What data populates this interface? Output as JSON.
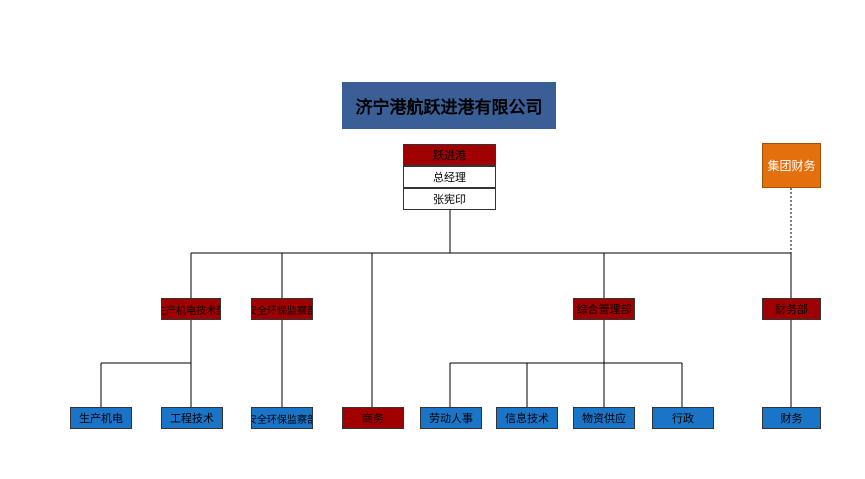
{
  "company": {
    "title": "济宁港航跃进港有限公司"
  },
  "leader": {
    "dept": "跃进港",
    "position": "总经理",
    "name": "张宪印"
  },
  "group_finance": "集团财务",
  "departments": {
    "production": "生产机电技术部",
    "safety": "安全环保监察部",
    "admin": "综合管理部",
    "finance": "财务部"
  },
  "units": {
    "shengchan_jidian": "生产机电",
    "gongcheng_jishu": "工程技术",
    "anquan": "安全环保监察部",
    "shangwu": "商务",
    "laodong_renshi": "劳动人事",
    "xinxi_jishu": "信息技术",
    "wuzi_gongying": "物资供应",
    "xingzheng": "行政",
    "caiwu": "财务"
  }
}
